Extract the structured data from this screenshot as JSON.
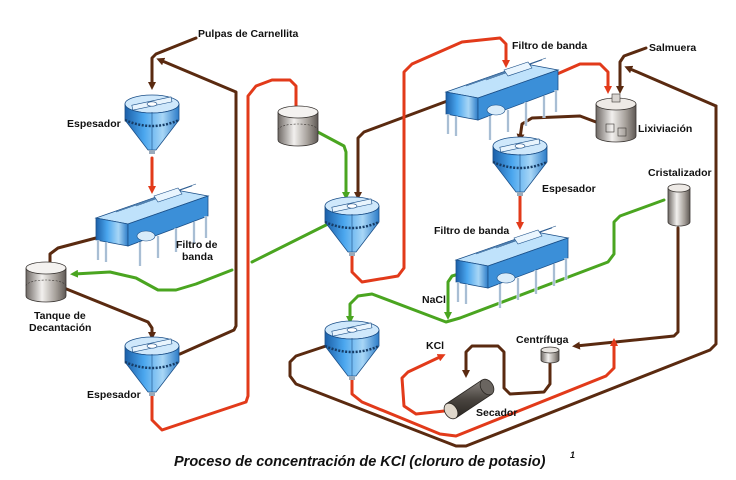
{
  "diagram": {
    "caption": "Proceso de concentración de KCl (cloruro de potasio)",
    "caption_superscript": "1",
    "colors": {
      "brine_pipe": "#5a2a10",
      "solids_pipe": "#e23a1a",
      "liquor_pipe": "#4aa520",
      "equipment_blue": "#2e86d0",
      "tank_gray": "#8a8480"
    },
    "labels": {
      "pulpas": "Pulpas de Carnellita",
      "espesador_1": "Espesador",
      "filtro_1_line1": "Filtro de",
      "filtro_1_line2": "banda",
      "tanque_line1": "Tanque de",
      "tanque_line2": "Decantación",
      "espesador_2": "Espesador",
      "filtro_2": "Filtro de banda",
      "salmuera": "Salmuera",
      "lixiviacion": "Lixiviación",
      "espesador_3": "Espesador",
      "filtro_3": "Filtro de banda",
      "cristalizador": "Cristalizador",
      "nacl": "NaCl",
      "kcl": "KCl",
      "centrifuga": "Centrífuga",
      "secador": "Secador"
    }
  }
}
